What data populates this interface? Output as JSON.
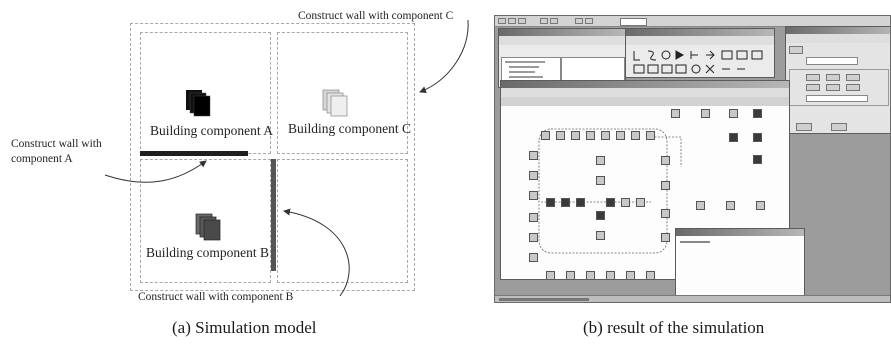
{
  "panel_a": {
    "labels": {
      "wall_c": "Construct wall with component C",
      "wall_a_line1": "Construct wall with",
      "wall_a_line2": "component A",
      "wall_b": "Construct wall with component B",
      "building_a": "Building component A",
      "building_b": "Building component B",
      "building_c": "Building component C"
    },
    "caption": "(a) Simulation model"
  },
  "panel_b": {
    "caption": "(b) result of the simulation"
  },
  "colors": {
    "wall": "#1f1f1f",
    "dashed_grid": "#a8a8a8",
    "block_c": "#d6d6d6",
    "block_b": "#555555"
  }
}
